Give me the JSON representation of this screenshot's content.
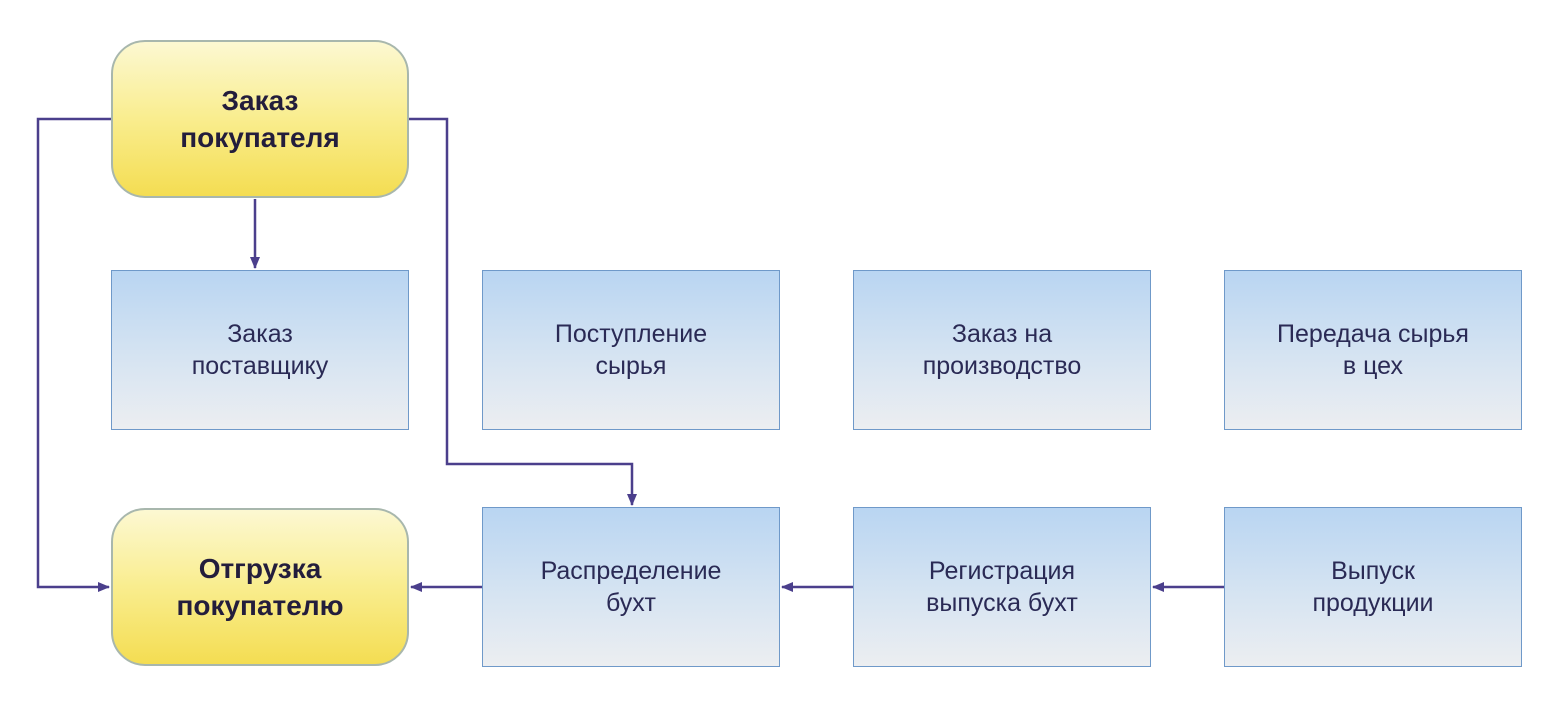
{
  "colors": {
    "connector": "#4b3f8c",
    "blue_border": "#6f99c9",
    "blue_top": "#b9d5f2",
    "blue_bottom": "#eceef1",
    "yellow_top": "#fcf8d2",
    "yellow_bottom": "#f4dd52",
    "yellow_border": "#a8b7ad"
  },
  "nodes": {
    "customer_order": "Заказ\nпокупателя",
    "shipment": "Отгрузка\nпокупателю",
    "supplier_order": "Заказ\nпоставщику",
    "raw_receipt": "Поступление\nсырья",
    "production_order": "Заказ на\nпроизводство",
    "raw_transfer": "Передача сырья\nв цех",
    "distribution": "Распределение\nбухт",
    "registration": "Регистрация\nвыпуска бухт",
    "release": "Выпуск\nпродукции"
  }
}
